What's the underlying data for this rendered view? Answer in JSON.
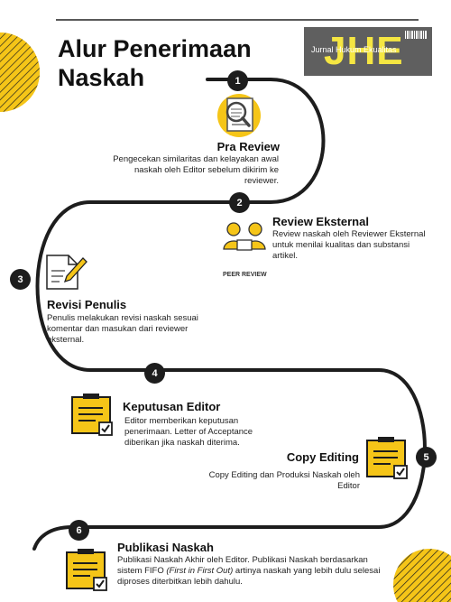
{
  "title_line1": "Alur Penerimaan",
  "title_line2": "Naskah",
  "logo": {
    "big": "JHE",
    "small": "Jurnal Hukum Ekualitas"
  },
  "accent": "#f5c518",
  "dark": "#1d1d1d",
  "steps": [
    {
      "num": "1",
      "title": "Pra Review",
      "desc": "Pengecekan similaritas dan kelayakan awal naskah oleh Editor sebelum dikirim ke reviewer.",
      "icon": "magnifier-document-icon"
    },
    {
      "num": "2",
      "title": "Review Eksternal",
      "desc": "Review naskah oleh Reviewer Eksternal untuk menilai kualitas dan substansi artikel.",
      "tag": "PEER REVIEW",
      "icon": "reviewers-icon"
    },
    {
      "num": "3",
      "title": "Revisi Penulis",
      "desc": "Penulis melakukan revisi naskah sesuai komentar dan masukan dari reviewer eksternal.",
      "icon": "document-pen-icon"
    },
    {
      "num": "4",
      "title": "Keputusan Editor",
      "desc": "Editor memberikan keputusan penerimaan. Letter of Acceptance diberikan jika naskah diterima.",
      "icon": "clipboard-check-icon"
    },
    {
      "num": "5",
      "title": "Copy Editing",
      "desc": "Copy Editing dan Produksi Naskah oleh Editor",
      "icon": "clipboard-check-icon"
    },
    {
      "num": "6",
      "title": "Publikasi Naskah",
      "desc_pre": "Publikasi Naskah Akhir oleh Editor. Publikasi Naskah berdasarkan sistem FIFO ",
      "desc_em": "(First in First Out)",
      "desc_post": " artinya naskah yang lebih dulu selesai diproses diterbitkan lebih dahulu.",
      "icon": "clipboard-check-icon"
    }
  ]
}
